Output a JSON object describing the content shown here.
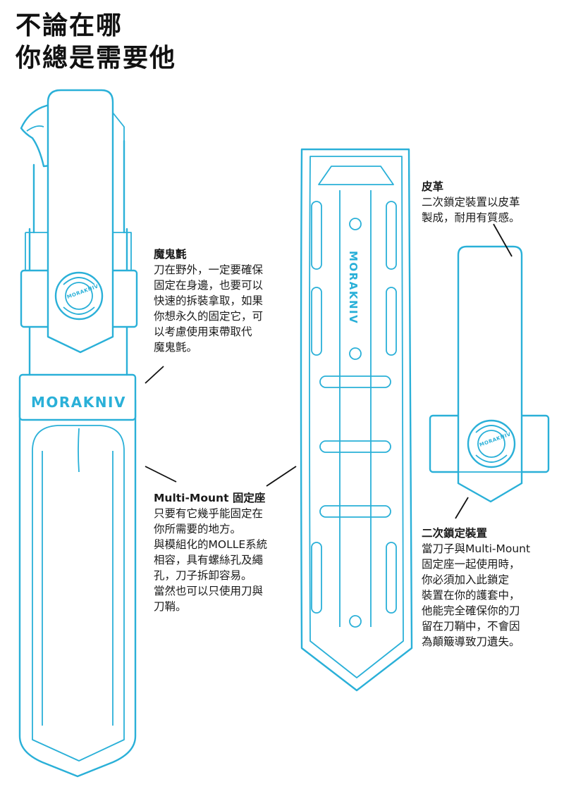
{
  "headline": {
    "line1": "不論在哪",
    "line2": "你總是需要他"
  },
  "brand": {
    "wordmark": "MORAKNIV",
    "accent_color": "#2ab0d8"
  },
  "annotations": {
    "velcro": {
      "title": "魔鬼氈",
      "lines": [
        "刀在野外，一定要確保",
        "固定在身邊，也要可以",
        "快速的拆裝拿取，如果",
        "你想永久的固定它，可",
        "以考慮使用束帶取代",
        "魔鬼氈。"
      ]
    },
    "multimount": {
      "title": "Multi-Mount 固定座",
      "lines": [
        "只要有它幾乎能固定在",
        "你所需要的地方。",
        "與模組化的MOLLE系統",
        "相容，具有螺絲孔及繩",
        "孔，刀子拆卸容易。",
        "當然也可以只使用刀與",
        "刀鞘。"
      ]
    },
    "leather": {
      "title": "皮革",
      "lines": [
        "二次鎖定裝置以皮革",
        "製成，耐用有質感。"
      ]
    },
    "lock": {
      "title": "二次鎖定裝置",
      "lines": [
        "當刀子與Multi-Mount",
        "固定座一起使用時，",
        "你必須加入此鎖定",
        "裝置在你的護套中，",
        "他能完全確保你的刀",
        "留在刀鞘中，不會因",
        "為顛簸導致刀遺失。"
      ]
    }
  }
}
